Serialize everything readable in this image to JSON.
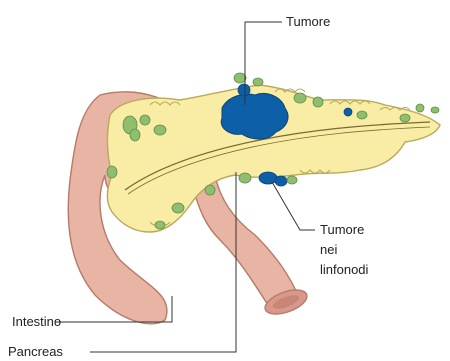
{
  "labels": {
    "tumor": "Tumore",
    "lymph_tumor_line1": "Tumore",
    "lymph_tumor_line2": "nei",
    "lymph_tumor_line3": "linfonodi",
    "intestine": "Intestino",
    "pancreas": "Pancreas"
  },
  "colors": {
    "pancreas": "#f9eda6",
    "pancreas_edge": "#b9a95a",
    "duodenum": "#e8b5a4",
    "duodenum_edge": "#b47b6a",
    "tumor": "#0d5fa8",
    "lymph_node": "#8fbf6e",
    "leader_line": "#333333"
  }
}
